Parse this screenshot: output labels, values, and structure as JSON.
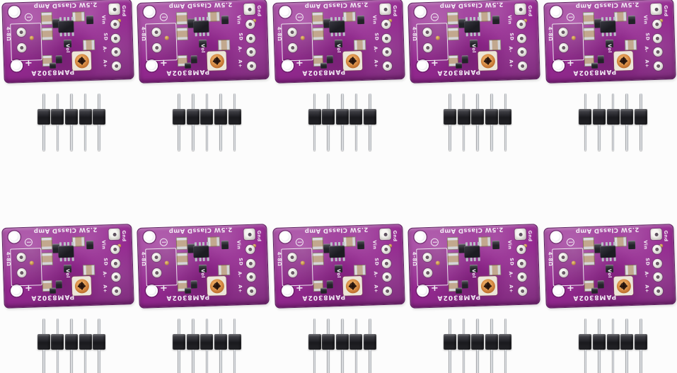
{
  "background_color": "#fcfcfc",
  "grid": {
    "rows": 2,
    "columns": 5,
    "unit_count": 10
  },
  "module": {
    "silkscreen": {
      "rating_label": "2.5W ClassD Amp",
      "chip_label": "PAM8302A",
      "impedance_label": "4-8Ω",
      "volume_label": "Vol",
      "polarity_plus": "+",
      "polarity_minus": "−",
      "pin_labels": {
        "gnd": "Gnd",
        "vin": "Vin",
        "sd": "SD",
        "a_minus": "A-",
        "a_plus": "A+"
      }
    },
    "pin_header": {
      "pin_count": 5
    },
    "colors": {
      "pcb_purple": "#93278f",
      "pcb_light": "#b266ae",
      "pcb_dark": "#6a2168",
      "silkscreen_white": "#f2ecf4",
      "pad_silver": "#e4e2de",
      "gold_dot": "#c79a4e",
      "ic_black": "#232327",
      "capacitor_tan": "#c2a88e",
      "trimmer_orange": "#c97a36",
      "trimmer_base": "#ece6d8",
      "header_plastic_black": "#1d1d20",
      "header_pin_silver": "#d4d6d8"
    }
  }
}
